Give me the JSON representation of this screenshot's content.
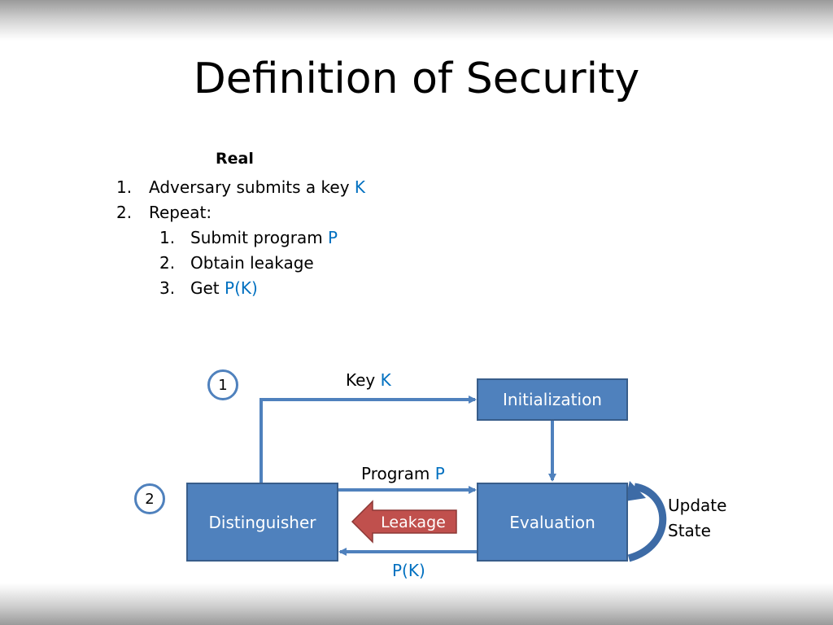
{
  "slide": {
    "title": "Definition of Security",
    "section_heading": "Real"
  },
  "steps": [
    {
      "number": "1.",
      "text": "Adversary submits a key ",
      "highlight": "K"
    },
    {
      "number": "2.",
      "text": "Repeat:",
      "highlight": ""
    }
  ],
  "substeps": [
    {
      "number": "1.",
      "text": "Submit program ",
      "highlight": "P"
    },
    {
      "number": "2.",
      "text": "Obtain leakage",
      "highlight": ""
    },
    {
      "number": "3.",
      "text": "Get ",
      "highlight": "P(K)"
    }
  ],
  "diagram": {
    "nodes": {
      "distinguisher": "Distinguisher",
      "initialization": "Initialization",
      "evaluation": "Evaluation"
    },
    "markers": {
      "first": "1",
      "second": "2"
    },
    "edge_labels": {
      "key_text": "Key ",
      "key_var": "K",
      "program_text": "Program ",
      "program_var": "P",
      "leakage": "Leakage",
      "output": "P(K)",
      "update_line1": "Update",
      "update_line2": "State"
    },
    "colors": {
      "box_fill": "#4f81bd",
      "box_border": "#385d8a",
      "arrow": "#4f81bd",
      "leakage_fill": "#c0504d",
      "variable_text": "#0070c0"
    }
  }
}
